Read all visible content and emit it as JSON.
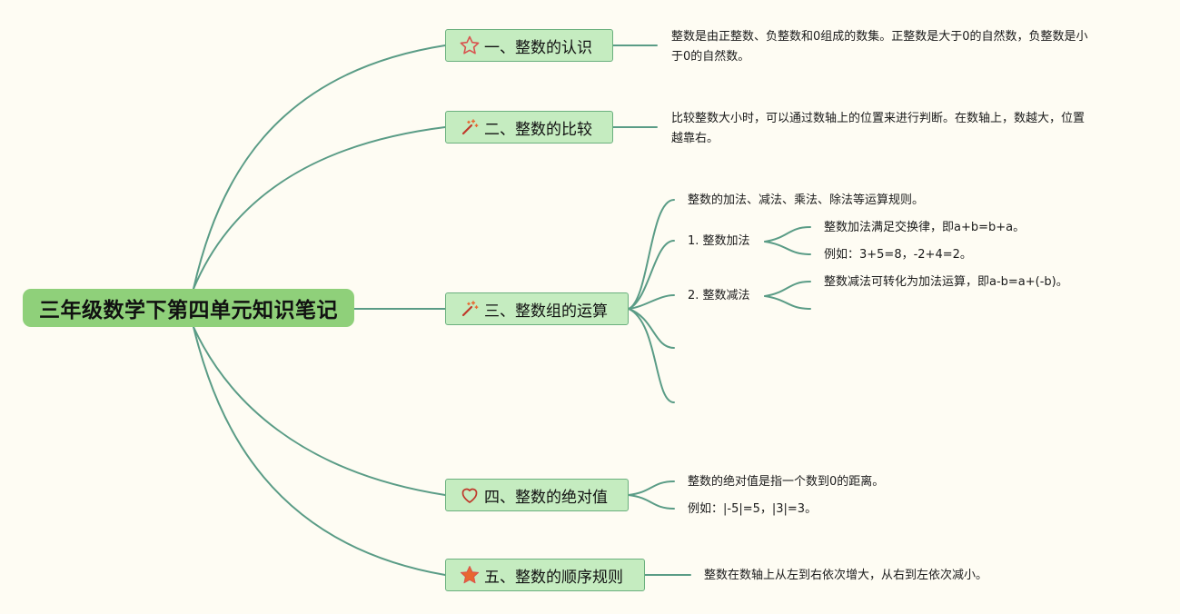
{
  "root": {
    "title": "三年级数学下第四单元知识笔记"
  },
  "colors": {
    "line": "#5a9c86",
    "root_fill": "#8fd07a",
    "topic_fill": "#c5ecc0",
    "topic_border": "#6bb07e",
    "icon_red": "#d9534f",
    "icon_orange": "#e8672f"
  },
  "branches": [
    {
      "label": "一、整数的认识",
      "icon": "star-outline-icon",
      "notes": [
        "整数是由正整数、负整数和0组成的数集。正整数是大于0的自然数，负整数是小",
        "于0的自然数。"
      ]
    },
    {
      "label": "二、整数的比较",
      "icon": "magic-wand-icon",
      "notes": [
        "比较整数大小时，可以通过数轴上的位置来进行判断。在数轴上，数越大，位置",
        "越靠右。"
      ]
    },
    {
      "label": "三、整数组的运算",
      "icon": "magic-wand-icon",
      "intro": "整数的加法、减法、乘法、除法等运算规则。",
      "subs": [
        {
          "label": "1. 整数加法",
          "items": [
            "整数加法满足交换律，即a+b=b+a。",
            "例如：3+5=8，-2+4=2。"
          ]
        },
        {
          "label": "2. 整数减法",
          "items": [
            "整数减法可转化为加法运算，即a-b=a+(-b)。"
          ]
        }
      ]
    },
    {
      "label": "四、整数的绝对值",
      "icon": "heart-outline-icon",
      "items": [
        "整数的绝对值是指一个数到0的距离。",
        "例如：|-5|=5，|3|=3。"
      ]
    },
    {
      "label": "五、整数的顺序规则",
      "icon": "star-filled-icon",
      "notes": [
        "整数在数轴上从左到右依次增大，从右到左依次减小。"
      ]
    }
  ]
}
